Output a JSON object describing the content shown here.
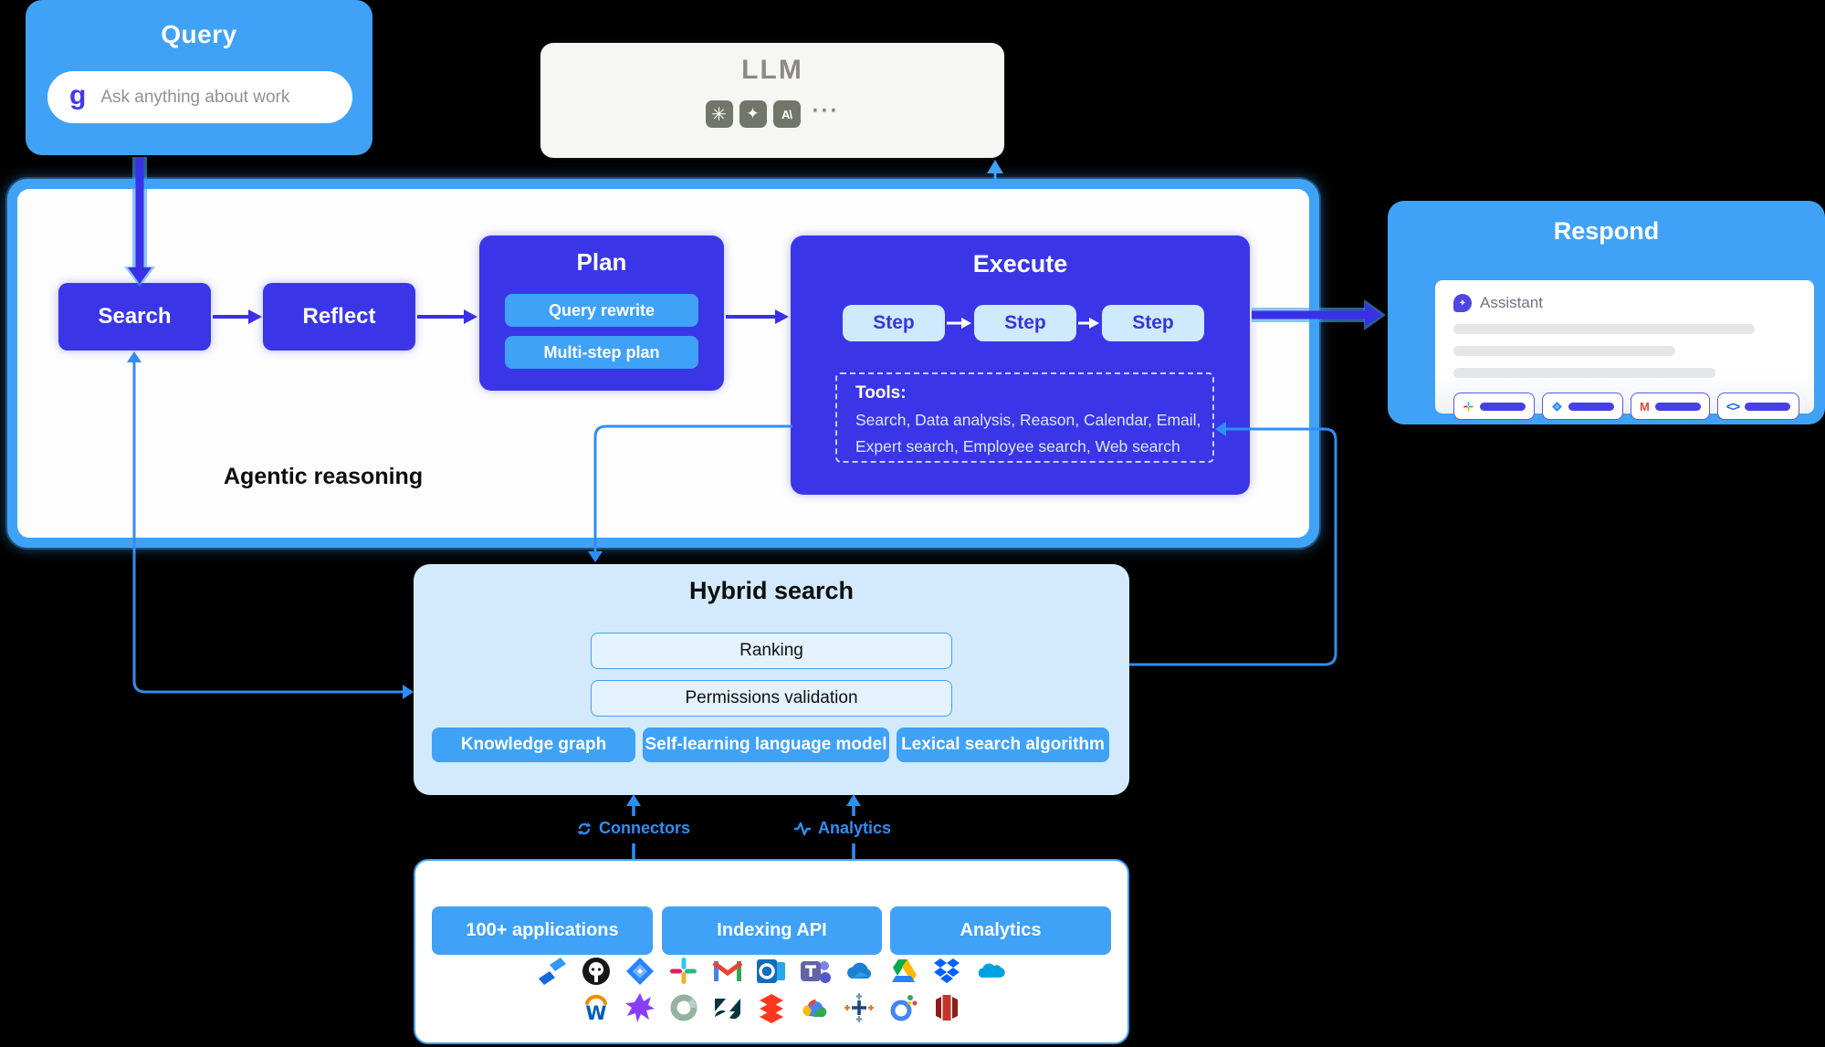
{
  "colors": {
    "background": "#000000",
    "bright_blue": "#3FA2F7",
    "indigo": "#3A36E8",
    "pale_blue": "#CFE9FD",
    "hybrid_fill": "#D2EAFC",
    "llm_fill": "#F6F6F4",
    "llm_text": "#8A8A82",
    "connector_line": "#2F8EF5"
  },
  "query": {
    "title": "Query",
    "placeholder": "Ask anything about work"
  },
  "llm": {
    "title": "LLM",
    "provider_icons": [
      "openai-icon",
      "gemini-icon",
      "anthropic-icon"
    ],
    "more_label": "···"
  },
  "agentic": {
    "label": "Agentic reasoning",
    "search_label": "Search",
    "reflect_label": "Reflect",
    "plan": {
      "title": "Plan",
      "items": [
        "Query rewrite",
        "Multi-step plan"
      ]
    },
    "execute": {
      "title": "Execute",
      "steps": [
        "Step",
        "Step",
        "Step"
      ],
      "tools_label": "Tools:",
      "tools_line1": "Search, Data analysis, Reason, Calendar, Email,",
      "tools_line2": "Expert search, Employee search, Web search"
    }
  },
  "respond": {
    "title": "Respond",
    "assistant_label": "Assistant",
    "citation_icons": [
      "slack-icon",
      "jira-icon",
      "gmail-icon",
      "code-icon"
    ]
  },
  "hybrid": {
    "title": "Hybrid search",
    "ranking_label": "Ranking",
    "permissions_label": "Permissions validation",
    "buttons": [
      "Knowledge graph",
      "Self-learning language model",
      "Lexical search algorithm"
    ]
  },
  "pipes": {
    "connectors_label": "Connectors",
    "analytics_label": "Analytics"
  },
  "apps": {
    "buttons": [
      "100+ applications",
      "Indexing API",
      "Analytics"
    ],
    "row1_icons": [
      "confluence-icon",
      "github-icon",
      "jira-icon",
      "slack-icon",
      "gmail-icon",
      "outlook-icon",
      "teams-icon",
      "onedrive-icon",
      "google-drive-icon",
      "dropbox-icon",
      "salesforce-icon"
    ],
    "row2_icons": [
      "workday-icon",
      "starburst-icon",
      "ring-icon",
      "zendesk-icon",
      "databricks-icon",
      "google-cloud-icon",
      "tableau-icon",
      "looker-icon",
      "redshift-icon"
    ]
  },
  "glyphs": {
    "openai": "✳",
    "gemini": "✦",
    "anthropic": "A\\",
    "glean_g": "g",
    "assistant_spark": "✦",
    "gmail_m": "M",
    "code": "<>",
    "teams_t": "T",
    "workday_w": "W",
    "zendesk_z": "Z"
  }
}
